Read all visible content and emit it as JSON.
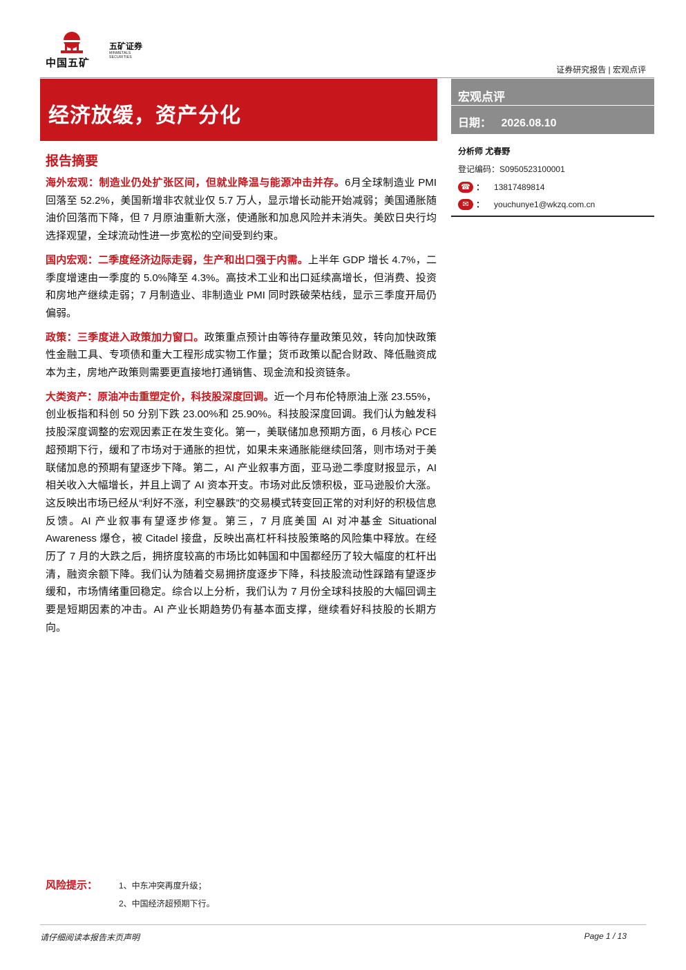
{
  "logo": {
    "cn_name": "中国五矿",
    "brand": "五矿证券",
    "brand_en": "MINMETALS SECURITIES"
  },
  "header": {
    "right_text": "证券研究报告 | 宏观点评"
  },
  "title": "经济放缓，资产分化",
  "side": {
    "category": "宏观点评",
    "date_label": "日期：",
    "date": "2026.08.10",
    "analyst": "分析师 尤春野",
    "reg_label": "登记编码：",
    "reg_code": "S0950523100001",
    "phone": "13817489814",
    "email": "youchunye1@wkzq.com.cn",
    "colon": "："
  },
  "abstract": {
    "heading": "报告摘要",
    "paragraphs": [
      {
        "lead": "海外宏观：制造业仍处扩张区间，但就业降温与能源冲击并存。",
        "text": "6月全球制造业 PMI 回落至 52.2%，美国新增非农就业仅 5.7 万人，显示增长动能开始减弱；美国通胀随油价回落而下降，但 7 月原油重新大涨，使通胀和加息风险并未消失。美欧日央行均选择观望，全球流动性进一步宽松的空间受到约束。"
      },
      {
        "lead": "国内宏观：二季度经济边际走弱，生产和出口强于内需。",
        "text": "上半年 GDP 增长 4.7%，二季度增速由一季度的 5.0%降至 4.3%。高技术工业和出口延续高增长，但消费、投资和房地产继续走弱；7 月制造业、非制造业 PMI 同时跌破荣枯线，显示三季度开局仍偏弱。"
      },
      {
        "lead": "政策：三季度进入政策加力窗口。",
        "text": "政策重点预计由等待存量政策见效，转向加快政策性金融工具、专项债和重大工程形成实物工作量；货币政策以配合财政、降低融资成本为主，房地产政策则需要更直接地打通销售、现金流和投资链条。"
      },
      {
        "lead": "大类资产：原油冲击重塑定价，科技股深度回调。",
        "text": "近一个月布伦特原油上涨 23.55%，创业板指和科创 50 分别下跌 23.00%和 25.90%。科技股深度回调。我们认为触发科技股深度调整的宏观因素正在发生变化。第一，美联储加息预期方面，6 月核心 PCE 超预期下行，缓和了市场对于通胀的担忧，如果未来通胀能继续回落，则市场对于美联储加息的预期有望逐步下降。第二，AI 产业叙事方面，亚马逊二季度财报显示，AI 相关收入大幅增长，并且上调了 AI 资本开支。市场对此反馈积极，亚马逊股价大涨。这反映出市场已经从“利好不涨，利空暴跌”的交易模式转变回正常的对利好的积极信息反馈。AI 产业叙事有望逐步修复。第三，7 月底美国 AI 对冲基金 Situational Awareness 爆仓，被 Citadel 接盘，反映出高杠杆科技股策略的风险集中释放。在经历了 7 月的大跌之后，拥挤度较高的市场比如韩国和中国都经历了较大幅度的杠杆出清，融资余额下降。我们认为随着交易拥挤度逐步下降，科技股流动性踩踏有望逐步缓和，市场情绪重回稳定。综合以上分析，我们认为 7 月份全球科技股的大幅回调主要是短期因素的冲击。AI 产业长期趋势仍有基本面支撑，继续看好科技股的长期方向。"
      }
    ]
  },
  "risk": {
    "label": "风险提示：",
    "items": [
      "1、中东冲突再度升级；",
      "2、中国经济超预期下行。"
    ]
  },
  "footer": {
    "left": "请仔细阅读本报告末页声明",
    "right": "Page 1 / 13"
  },
  "colors": {
    "brand_red": "#c8161d",
    "side_gray": "#8c8c8c"
  }
}
